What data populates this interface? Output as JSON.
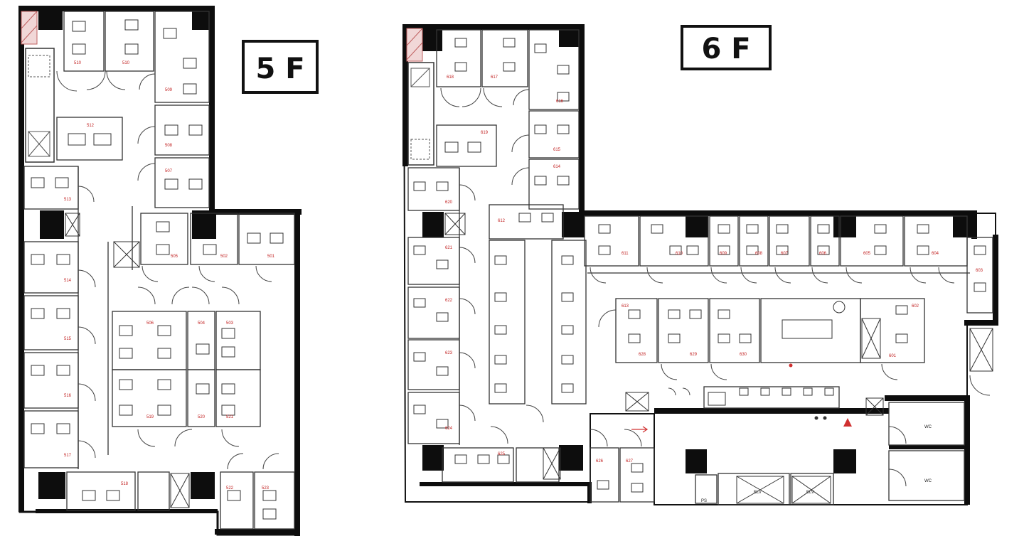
{
  "floors": [
    {
      "id": "5f",
      "label": "5 F",
      "rooms": [
        {
          "id": "r5-5xx-a",
          "label": "510"
        },
        {
          "id": "r5-5xx-b",
          "label": "510"
        },
        {
          "id": "r5-509",
          "label": "509"
        },
        {
          "id": "r5-512",
          "label": "512"
        },
        {
          "id": "r5-508",
          "label": "508"
        },
        {
          "id": "r5-507",
          "label": "507"
        },
        {
          "id": "r5-513",
          "label": "513"
        },
        {
          "id": "r5-505",
          "label": "505"
        },
        {
          "id": "r5-502",
          "label": "502"
        },
        {
          "id": "r5-501",
          "label": "501"
        },
        {
          "id": "r5-514",
          "label": "514"
        },
        {
          "id": "r5-506",
          "label": "506"
        },
        {
          "id": "r5-504",
          "label": "504"
        },
        {
          "id": "r5-503",
          "label": "503"
        },
        {
          "id": "r5-515",
          "label": "515"
        },
        {
          "id": "r5-516",
          "label": "516"
        },
        {
          "id": "r5-519",
          "label": "519"
        },
        {
          "id": "r5-520",
          "label": "520"
        },
        {
          "id": "r5-521",
          "label": "521"
        },
        {
          "id": "r5-517",
          "label": "517"
        },
        {
          "id": "r5-518",
          "label": "518"
        },
        {
          "id": "r5-523",
          "label": "523"
        },
        {
          "id": "r5-522",
          "label": "522"
        }
      ]
    },
    {
      "id": "6f",
      "label": "6 F",
      "rooms": [
        {
          "id": "r6-618",
          "label": "618"
        },
        {
          "id": "r6-617",
          "label": "617"
        },
        {
          "id": "r6-616",
          "label": "616"
        },
        {
          "id": "r6-619",
          "label": "619"
        },
        {
          "id": "r6-615",
          "label": "615"
        },
        {
          "id": "r6-614",
          "label": "614"
        },
        {
          "id": "r6-620",
          "label": "620"
        },
        {
          "id": "r6-612",
          "label": "612"
        },
        {
          "id": "r6-611",
          "label": "611"
        },
        {
          "id": "r6-610",
          "label": "610"
        },
        {
          "id": "r6-609",
          "label": "609"
        },
        {
          "id": "r6-608",
          "label": "608"
        },
        {
          "id": "r6-607",
          "label": "607"
        },
        {
          "id": "r6-606",
          "label": "606"
        },
        {
          "id": "r6-605",
          "label": "605"
        },
        {
          "id": "r6-604",
          "label": "604"
        },
        {
          "id": "r6-603",
          "label": "603"
        },
        {
          "id": "r6-621",
          "label": "621"
        },
        {
          "id": "r6-622",
          "label": "622"
        },
        {
          "id": "r6-623",
          "label": "623"
        },
        {
          "id": "r6-624",
          "label": "624"
        },
        {
          "id": "r6-625",
          "label": "625"
        },
        {
          "id": "r6-626",
          "label": "626"
        },
        {
          "id": "r6-627",
          "label": "627"
        },
        {
          "id": "r6-613",
          "label": "613"
        },
        {
          "id": "r6-628",
          "label": "628"
        },
        {
          "id": "r6-629",
          "label": "629"
        },
        {
          "id": "r6-630",
          "label": "630"
        },
        {
          "id": "r6-602",
          "label": "602"
        },
        {
          "id": "r6-601",
          "label": "601"
        }
      ],
      "features": {
        "ev1": "ELV",
        "ev2": "ELV",
        "ps": "PS",
        "wc1": "WC",
        "wc2": "WC"
      }
    }
  ]
}
